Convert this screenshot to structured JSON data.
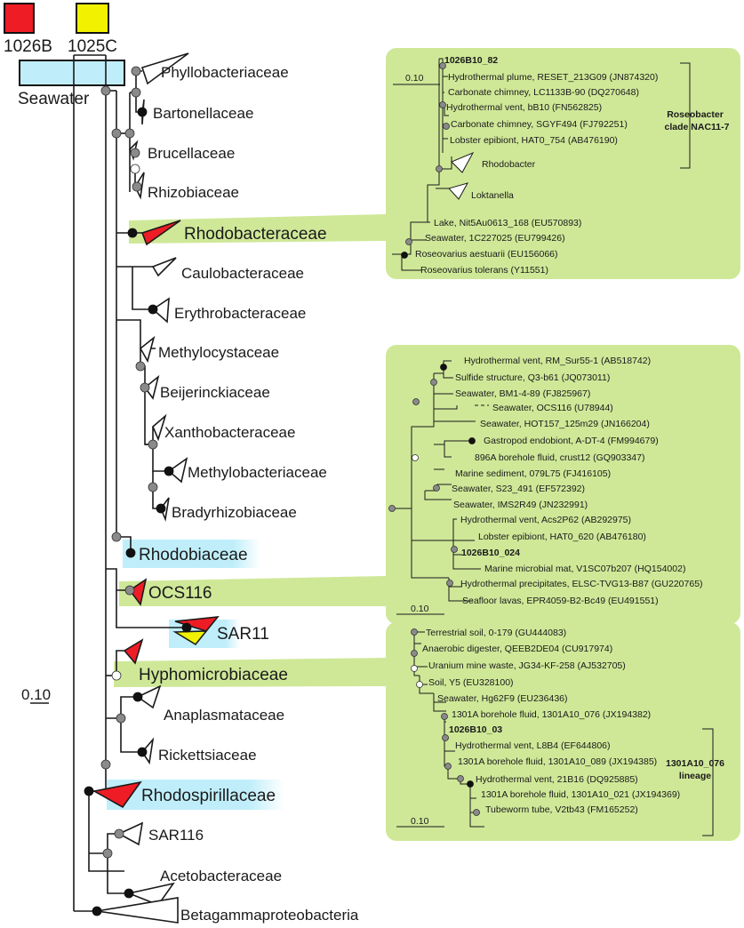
{
  "legend": {
    "items": [
      {
        "label": "1026B",
        "color": "#ee1c25"
      },
      {
        "label": "1025C",
        "color": "#f2f200"
      }
    ],
    "seawater": {
      "label": "Seawater",
      "color": "#bfeefa"
    }
  },
  "colors": {
    "green_box": "#cfe898",
    "seawater": "#bfeefa",
    "red": "#ee1c25",
    "yellow": "#f2f200"
  },
  "main_tree": {
    "scale": "0.10",
    "families": [
      "Phyllobacteriaceae",
      "Bartonellaceae",
      "Brucellaceae",
      "Rhizobiaceae",
      "Rhodobacteraceae",
      "Caulobacteraceae",
      "Erythrobacteraceae",
      "Methylocystaceae",
      "Beijerinckiaceae",
      "Xanthobacteraceae",
      "Methylobacteriaceae",
      "Bradyrhizobiaceae",
      "Rhodobiaceae",
      "OCS116",
      "SAR11",
      "Hyphomicrobiaceae",
      "Anaplasmataceae",
      "Rickettsiaceae",
      "Rhodospirillaceae",
      "SAR116",
      "Acetobacteraceae",
      "Betagammaproteobacteria"
    ]
  },
  "box1": {
    "scale": "0.10",
    "clade": [
      "Roseobacter",
      "clade NAC11-7"
    ],
    "leaves": [
      "1026B10_82",
      "Hydrothermal plume, RESET_213G09 (JN874320)",
      "Carbonate chimney, LC1133B-90 (DQ270648)",
      "Hydrothermal vent, bB10 (FN562825)",
      "Carbonate chimney, SGYF494 (FJ792251)",
      "Lobster epibiont, HAT0_754 (AB476190)",
      "Rhodobacter",
      "Loktanella",
      "Lake, Nit5Au0613_168 (EU570893)",
      "Seawater, 1C227025 (EU799426)",
      "Roseovarius aestuarii (EU156066)",
      "Roseovarius tolerans (Y11551)"
    ]
  },
  "box2": {
    "scale": "0.10",
    "leaves": [
      "Hydrothermal vent, RM_Sur55-1 (AB518742)",
      "Sulfide structure, Q3-b61 (JQ073011)",
      "Seawater, BM1-4-89 (FJ825967)",
      "Seawater, OCS116 (U78944)",
      "Seawater, HOT157_125m29 (JN166204)",
      "Gastropod endobiont, A-DT-4 (FM994679)",
      "896A borehole fluid, crust12 (GQ903347)",
      "Marine sediment, 079L75 (FJ416105)",
      "Seawater, S23_491 (EF572392)",
      "Seawater, IMS2R49 (JN232991)",
      "Hydrothermal vent, Acs2P62 (AB292975)",
      "Lobster epibiont, HAT0_620 (AB476180)",
      "1026B10_024",
      "Marine microbial mat, V1SC07b207 (HQ154002)",
      "Hydrothermal precipitates, ELSC-TVG13-B87 (GU220765)",
      "Seafloor lavas, EPR4059-B2-Bc49 (EU491551)"
    ]
  },
  "box3": {
    "scale": "0.10",
    "clade": [
      "1301A10_076",
      "lineage"
    ],
    "leaves": [
      "Terrestrial soil, 0-179 (GU444083)",
      "Anaerobic digester, QEEB2DE04 (CU917974)",
      "Uranium mine waste, JG34-KF-258 (AJ532705)",
      "Soil, Y5 (EU328100)",
      "Seawater, Hg62F9 (EU236436)",
      "1301A borehole fluid, 1301A10_076 (JX194382)",
      "1026B10_03",
      "Hydrothermal vent, L8B4 (EF644806)",
      "1301A borehole fluid, 1301A10_089 (JX194385)",
      "Hydrothermal vent, 21B16 (DQ925885)",
      "1301A borehole fluid, 1301A10_021 (JX194369)",
      "Tubeworm tube, V2tb43 (FM165252)"
    ]
  }
}
